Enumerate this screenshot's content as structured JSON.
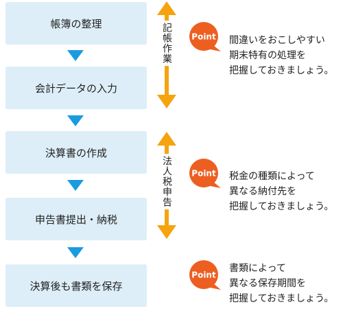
{
  "steps": [
    {
      "label": "帳簿の整理"
    },
    {
      "label": "会計データの入力"
    },
    {
      "label": "決算書の作成"
    },
    {
      "label": "申告書提出・納税"
    },
    {
      "label": "決算後も書類を保存"
    }
  ],
  "phases": [
    {
      "label": "記帳作業"
    },
    {
      "label": "法人税申告"
    }
  ],
  "badge_text": "Point",
  "notes": [
    {
      "lines": [
        "間違いをおこしやすい",
        "期末特有の処理を",
        "把握しておきましょう。"
      ]
    },
    {
      "lines": [
        "税金の種類によって",
        "異なる納付先を",
        "把握しておきましょう。"
      ]
    },
    {
      "lines": [
        "書類によって",
        "異なる保存期間を",
        "把握しておきましょう。"
      ]
    }
  ],
  "colors": {
    "step_bg": "#ddeef8",
    "flow_arrow": "#1a9be0",
    "phase_arrow": "#f5a30f",
    "badge": "#ec5f21"
  }
}
